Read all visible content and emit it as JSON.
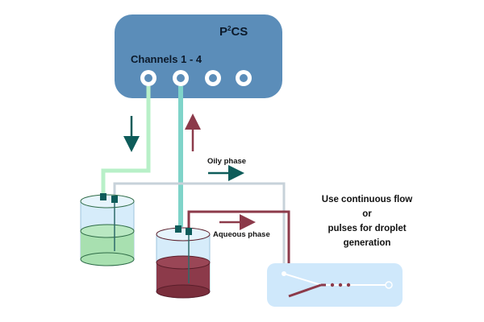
{
  "device": {
    "title_base": "P",
    "title_sup": "2",
    "title_tail": "CS",
    "channels_label": "Channels 1 - 4"
  },
  "labels": {
    "oily_phase": "Oily phase",
    "aqueous_phase": "Aqueous phase"
  },
  "note": {
    "line1": "Use continuous flow",
    "line2": "or",
    "line3": "pulses for droplet",
    "line4": "generation"
  },
  "colors": {
    "device_fill": "#5b8db9",
    "device_text": "#0c1a2b",
    "oil_tube": "#b8f0c8",
    "aqueous_tube": "#7fd4c9",
    "oil_liquid": "#a8e0b0",
    "aqueous_liquid": "#8c3a4a",
    "container": "#cfe8f8",
    "chip": "#cfe8fb",
    "grey_tube": "#c7d2da",
    "arrow_teal": "#0e5c5a",
    "arrow_maroon": "#8c3a4a"
  },
  "icons": {
    "port": "ring-port-icon",
    "arrow": "arrow-icon",
    "container": "reservoir-icon",
    "chip": "microfluidic-chip-icon"
  }
}
